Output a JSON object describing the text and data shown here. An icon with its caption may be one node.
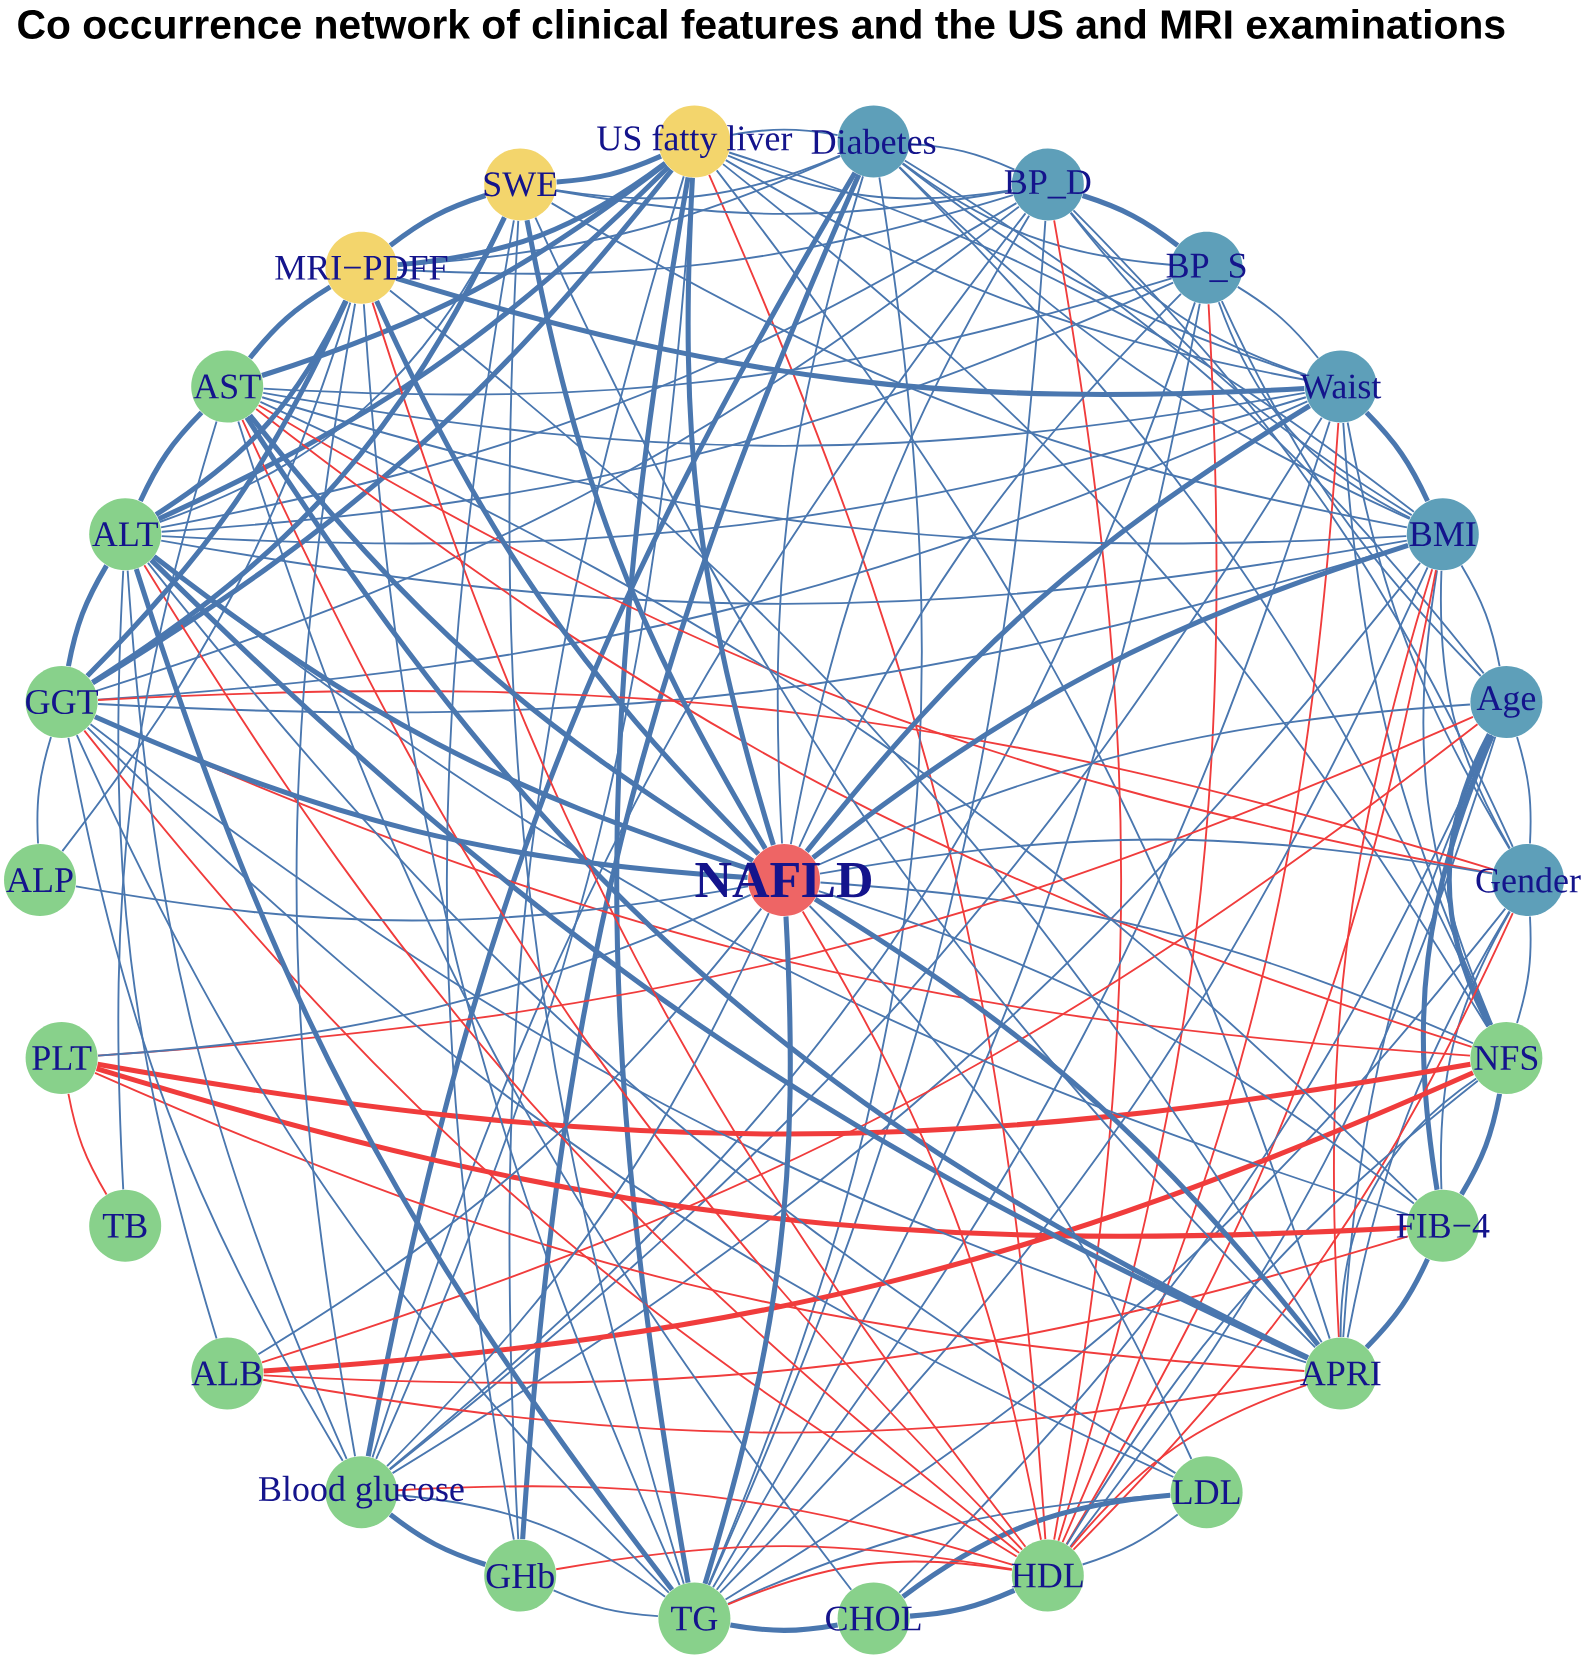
{
  "diagram": {
    "title": "Co occurrence network of clinical features and the US and MRI examinations",
    "nodes": [
      {
        "text": [
          "US fatty liver"
        ]
      },
      {
        "text": [
          "Diabetes"
        ]
      },
      {
        "text": [
          "BP_D"
        ]
      },
      {
        "text": [
          "BP_S"
        ]
      },
      {
        "text": [
          "Waist"
        ]
      },
      {
        "text": [
          "BMI"
        ]
      },
      {
        "text": [
          "Age"
        ]
      },
      {
        "text": [
          "Gender"
        ]
      },
      {
        "text": [
          "NFS"
        ]
      },
      {
        "text": [
          "FIB−4"
        ]
      },
      {
        "text": [
          "APRI"
        ]
      },
      {
        "text": [
          "LDL"
        ]
      },
      {
        "text": [
          "HDL"
        ]
      },
      {
        "text": [
          "CHOL"
        ]
      },
      {
        "text": [
          "TG"
        ]
      },
      {
        "text": [
          "GHb"
        ]
      },
      {
        "text": [
          "Blood glucose"
        ]
      },
      {
        "text": [
          "ALB"
        ]
      },
      {
        "text": [
          "TB"
        ]
      },
      {
        "text": [
          "PLT"
        ]
      },
      {
        "text": [
          "ALP"
        ]
      },
      {
        "text": [
          "GGT"
        ]
      },
      {
        "text": [
          "ALT"
        ]
      },
      {
        "text": [
          "AST"
        ]
      },
      {
        "text": [
          "MRI−PDFF"
        ]
      },
      {
        "text": [
          "SWE"
        ]
      },
      {
        "text": [
          "NAFLD"
        ]
      }
    ],
    "edges": [
      {
        "from": 0,
        "to": 1,
        "arrow": "none"
      },
      {
        "from": 0,
        "to": 2,
        "arrow": "none"
      },
      {
        "from": 0,
        "to": 4,
        "arrow": "none"
      },
      {
        "from": 0,
        "to": 5,
        "arrow": "none"
      },
      {
        "from": 0,
        "to": 8,
        "arrow": "none"
      },
      {
        "from": 0,
        "to": 10,
        "arrow": "none"
      },
      {
        "from": 0,
        "to": 12,
        "arrow": "none",
        "color": "#f03c3c"
      },
      {
        "from": 0,
        "to": 14,
        "arrow": "none",
        "style": "thick"
      },
      {
        "from": 0,
        "to": 15,
        "arrow": "none"
      },
      {
        "from": 0,
        "to": 16,
        "arrow": "none"
      },
      {
        "from": 0,
        "to": 21,
        "arrow": "none",
        "style": "thick"
      },
      {
        "from": 0,
        "to": 22,
        "arrow": "none",
        "style": "thick"
      },
      {
        "from": 0,
        "to": 23,
        "arrow": "none",
        "style": "thick"
      },
      {
        "from": 0,
        "to": 24,
        "arrow": "none",
        "style": "thick"
      },
      {
        "from": 0,
        "to": 25,
        "arrow": "none",
        "style": "thick"
      },
      {
        "from": 1,
        "to": 2,
        "arrow": "none"
      },
      {
        "from": 1,
        "to": 3,
        "arrow": "none"
      },
      {
        "from": 1,
        "to": 4,
        "arrow": "none"
      },
      {
        "from": 1,
        "to": 5,
        "arrow": "none"
      },
      {
        "from": 1,
        "to": 6,
        "arrow": "none"
      },
      {
        "from": 1,
        "to": 8,
        "arrow": "none"
      },
      {
        "from": 1,
        "to": 14,
        "arrow": "none"
      },
      {
        "from": 1,
        "to": 15,
        "arrow": "none",
        "style": "thick"
      },
      {
        "from": 1,
        "to": 16,
        "arrow": "none",
        "style": "thick"
      },
      {
        "from": 1,
        "to": 24,
        "arrow": "none"
      },
      {
        "from": 1,
        "to": 25,
        "arrow": "none"
      },
      {
        "from": 2,
        "to": 3,
        "arrow": "none",
        "style": "thick"
      },
      {
        "from": 2,
        "to": 4,
        "arrow": "none"
      },
      {
        "from": 2,
        "to": 5,
        "arrow": "none"
      },
      {
        "from": 2,
        "to": 7,
        "arrow": "none"
      },
      {
        "from": 2,
        "to": 12,
        "arrow": "none",
        "color": "#f03c3c"
      },
      {
        "from": 2,
        "to": 14,
        "arrow": "none"
      },
      {
        "from": 2,
        "to": 16,
        "arrow": "none"
      },
      {
        "from": 2,
        "to": 21,
        "arrow": "none"
      },
      {
        "from": 2,
        "to": 22,
        "arrow": "none"
      },
      {
        "from": 2,
        "to": 24,
        "arrow": "none"
      },
      {
        "from": 2,
        "to": 25,
        "arrow": "none"
      },
      {
        "from": 3,
        "to": 4,
        "arrow": "none"
      },
      {
        "from": 3,
        "to": 5,
        "arrow": "none"
      },
      {
        "from": 3,
        "to": 6,
        "arrow": "none"
      },
      {
        "from": 3,
        "to": 12,
        "arrow": "none",
        "color": "#f03c3c"
      },
      {
        "from": 3,
        "to": 14,
        "arrow": "none"
      },
      {
        "from": 3,
        "to": 16,
        "arrow": "none"
      },
      {
        "from": 3,
        "to": 22,
        "arrow": "none"
      },
      {
        "from": 3,
        "to": 23,
        "arrow": "none"
      },
      {
        "from": 4,
        "to": 5,
        "arrow": "none",
        "style": "thick"
      },
      {
        "from": 4,
        "to": 7,
        "arrow": "none"
      },
      {
        "from": 4,
        "to": 8,
        "arrow": "none"
      },
      {
        "from": 4,
        "to": 12,
        "arrow": "none",
        "color": "#f03c3c"
      },
      {
        "from": 4,
        "to": 14,
        "arrow": "none"
      },
      {
        "from": 4,
        "to": 16,
        "arrow": "none"
      },
      {
        "from": 4,
        "to": 21,
        "arrow": "none"
      },
      {
        "from": 4,
        "to": 22,
        "arrow": "none"
      },
      {
        "from": 4,
        "to": 23,
        "arrow": "none"
      },
      {
        "from": 4,
        "to": 24,
        "arrow": "none",
        "style": "thick"
      },
      {
        "from": 5,
        "to": 6,
        "arrow": "none"
      },
      {
        "from": 5,
        "to": 7,
        "arrow": "none"
      },
      {
        "from": 5,
        "to": 8,
        "arrow": "none"
      },
      {
        "from": 5,
        "to": 10,
        "arrow": "none",
        "color": "#f03c3c"
      },
      {
        "from": 5,
        "to": 12,
        "arrow": "none",
        "color": "#f03c3c"
      },
      {
        "from": 5,
        "to": 14,
        "arrow": "none"
      },
      {
        "from": 5,
        "to": 16,
        "arrow": "none"
      },
      {
        "from": 5,
        "to": 21,
        "arrow": "none"
      },
      {
        "from": 5,
        "to": 22,
        "arrow": "none"
      },
      {
        "from": 5,
        "to": 23,
        "arrow": "none"
      },
      {
        "from": 5,
        "to": 25,
        "arrow": "none"
      },
      {
        "from": 6,
        "to": 7,
        "arrow": "none"
      },
      {
        "from": 6,
        "to": 8,
        "arrow": "none",
        "style": "thick"
      },
      {
        "from": 6,
        "to": 9,
        "arrow": "none",
        "style": "thick"
      },
      {
        "from": 6,
        "to": 10,
        "arrow": "none"
      },
      {
        "from": 6,
        "to": 12,
        "arrow": "none"
      },
      {
        "from": 6,
        "to": 13,
        "arrow": "none"
      },
      {
        "from": 6,
        "to": 17,
        "arrow": "none",
        "color": "#f03c3c"
      },
      {
        "from": 6,
        "to": 19,
        "arrow": "none",
        "color": "#f03c3c"
      },
      {
        "from": 7,
        "to": 8,
        "arrow": "none"
      },
      {
        "from": 7,
        "to": 9,
        "arrow": "none"
      },
      {
        "from": 7,
        "to": 10,
        "arrow": "none"
      },
      {
        "from": 7,
        "to": 12,
        "arrow": "none",
        "color": "#f03c3c"
      },
      {
        "from": 7,
        "to": 14,
        "arrow": "none"
      },
      {
        "from": 7,
        "to": 21,
        "arrow": "none",
        "color": "#f03c3c"
      },
      {
        "from": 7,
        "to": 23,
        "arrow": "none",
        "color": "#f03c3c"
      },
      {
        "from": 8,
        "to": 9,
        "arrow": "none",
        "style": "thick"
      },
      {
        "from": 8,
        "to": 10,
        "arrow": "none"
      },
      {
        "from": 8,
        "to": 12,
        "arrow": "none"
      },
      {
        "from": 8,
        "to": 17,
        "arrow": "none",
        "style": "thick",
        "color": "#f03c3c"
      },
      {
        "from": 8,
        "to": 19,
        "arrow": "none",
        "style": "thick",
        "color": "#f03c3c"
      },
      {
        "from": 8,
        "to": 21,
        "arrow": "none",
        "color": "#f03c3c"
      },
      {
        "from": 8,
        "to": 23,
        "arrow": "none",
        "color": "#f03c3c"
      },
      {
        "from": 9,
        "to": 10,
        "arrow": "none",
        "style": "thick"
      },
      {
        "from": 9,
        "to": 17,
        "arrow": "none",
        "color": "#f03c3c"
      },
      {
        "from": 9,
        "to": 19,
        "arrow": "none",
        "style": "thick",
        "color": "#f03c3c"
      },
      {
        "from": 9,
        "to": 22,
        "arrow": "none"
      },
      {
        "from": 9,
        "to": 23,
        "arrow": "none"
      },
      {
        "from": 10,
        "to": 12,
        "arrow": "none",
        "color": "#f03c3c"
      },
      {
        "from": 10,
        "to": 17,
        "arrow": "none",
        "color": "#f03c3c"
      },
      {
        "from": 10,
        "to": 19,
        "arrow": "none",
        "color": "#f03c3c"
      },
      {
        "from": 10,
        "to": 21,
        "arrow": "none"
      },
      {
        "from": 10,
        "to": 22,
        "arrow": "none",
        "style": "thick"
      },
      {
        "from": 10,
        "to": 23,
        "arrow": "none",
        "style": "thick"
      },
      {
        "from": 10,
        "to": 24,
        "arrow": "none"
      },
      {
        "from": 10,
        "to": 25,
        "arrow": "none"
      },
      {
        "from": 11,
        "to": 12,
        "arrow": "none"
      },
      {
        "from": 11,
        "to": 13,
        "arrow": "none",
        "style": "thick"
      },
      {
        "from": 11,
        "to": 14,
        "arrow": "none"
      },
      {
        "from": 11,
        "to": 21,
        "arrow": "none"
      },
      {
        "from": 11,
        "to": 22,
        "arrow": "none"
      },
      {
        "from": 12,
        "to": 13,
        "arrow": "none",
        "style": "thick"
      },
      {
        "from": 12,
        "to": 14,
        "arrow": "none",
        "color": "#f03c3c"
      },
      {
        "from": 12,
        "to": 15,
        "arrow": "none",
        "color": "#f03c3c"
      },
      {
        "from": 12,
        "to": 16,
        "arrow": "none",
        "color": "#f03c3c"
      },
      {
        "from": 12,
        "to": 21,
        "arrow": "none",
        "color": "#f03c3c"
      },
      {
        "from": 12,
        "to": 22,
        "arrow": "none",
        "color": "#f03c3c"
      },
      {
        "from": 12,
        "to": 23,
        "arrow": "none",
        "color": "#f03c3c"
      },
      {
        "from": 12,
        "to": 24,
        "arrow": "none",
        "color": "#f03c3c"
      },
      {
        "from": 13,
        "to": 14,
        "arrow": "none",
        "style": "thick"
      },
      {
        "from": 13,
        "to": 23,
        "arrow": "none"
      },
      {
        "from": 14,
        "to": 15,
        "arrow": "none"
      },
      {
        "from": 14,
        "to": 16,
        "arrow": "none"
      },
      {
        "from": 14,
        "to": 21,
        "arrow": "none"
      },
      {
        "from": 14,
        "to": 22,
        "arrow": "none",
        "style": "thick"
      },
      {
        "from": 14,
        "to": 24,
        "arrow": "none"
      },
      {
        "from": 14,
        "to": 25,
        "arrow": "none"
      },
      {
        "from": 15,
        "to": 16,
        "arrow": "none",
        "style": "thick"
      },
      {
        "from": 15,
        "to": 25,
        "arrow": "none"
      },
      {
        "from": 16,
        "to": 21,
        "arrow": "none"
      },
      {
        "from": 16,
        "to": 22,
        "arrow": "none"
      },
      {
        "from": 16,
        "to": 24,
        "arrow": "none"
      },
      {
        "from": 17,
        "to": 22,
        "arrow": "none"
      },
      {
        "from": 18,
        "to": 19,
        "arrow": "none",
        "color": "#f03c3c"
      },
      {
        "from": 18,
        "to": 23,
        "arrow": "none"
      },
      {
        "from": 20,
        "to": 21,
        "arrow": "none"
      },
      {
        "from": 20,
        "to": 24,
        "arrow": "none"
      },
      {
        "from": 21,
        "to": 22,
        "arrow": "none",
        "style": "thick"
      },
      {
        "from": 21,
        "to": 24,
        "arrow": "none",
        "style": "thick"
      },
      {
        "from": 21,
        "to": 25,
        "arrow": "none",
        "style": "thick"
      },
      {
        "from": 22,
        "to": 23,
        "arrow": "none",
        "style": "thick"
      },
      {
        "from": 22,
        "to": 24,
        "arrow": "none",
        "style": "thick"
      },
      {
        "from": 22,
        "to": 25,
        "arrow": "none"
      },
      {
        "from": 23,
        "to": 24,
        "arrow": "none",
        "style": "thick"
      },
      {
        "from": 24,
        "to": 25,
        "arrow": "none",
        "style": "thick"
      },
      {
        "from": 26,
        "to": 0,
        "arrow": "none",
        "style": "thick"
      },
      {
        "from": 26,
        "to": 1,
        "arrow": "none"
      },
      {
        "from": 26,
        "to": 2,
        "arrow": "none"
      },
      {
        "from": 26,
        "to": 3,
        "arrow": "none"
      },
      {
        "from": 26,
        "to": 4,
        "arrow": "none",
        "style": "thick"
      },
      {
        "from": 26,
        "to": 5,
        "arrow": "none",
        "style": "thick"
      },
      {
        "from": 26,
        "to": 6,
        "arrow": "none"
      },
      {
        "from": 26,
        "to": 7,
        "arrow": "none"
      },
      {
        "from": 26,
        "to": 8,
        "arrow": "none"
      },
      {
        "from": 26,
        "to": 9,
        "arrow": "none"
      },
      {
        "from": 26,
        "to": 10,
        "arrow": "none",
        "style": "thick"
      },
      {
        "from": 26,
        "to": 11,
        "arrow": "none"
      },
      {
        "from": 26,
        "to": 12,
        "arrow": "none",
        "color": "#f03c3c"
      },
      {
        "from": 26,
        "to": 14,
        "arrow": "none",
        "style": "thick"
      },
      {
        "from": 26,
        "to": 16,
        "arrow": "none"
      },
      {
        "from": 26,
        "to": 17,
        "arrow": "none"
      },
      {
        "from": 26,
        "to": 19,
        "arrow": "none"
      },
      {
        "from": 26,
        "to": 20,
        "arrow": "none"
      },
      {
        "from": 26,
        "to": 21,
        "arrow": "none",
        "style": "thick"
      },
      {
        "from": 26,
        "to": 22,
        "arrow": "none",
        "style": "thick"
      },
      {
        "from": 26,
        "to": 23,
        "arrow": "none",
        "style": "thick"
      },
      {
        "from": 26,
        "to": 24,
        "arrow": "none",
        "style": "thick"
      },
      {
        "from": 26,
        "to": 25,
        "arrow": "none",
        "style": "thick"
      }
    ]
  }
}
